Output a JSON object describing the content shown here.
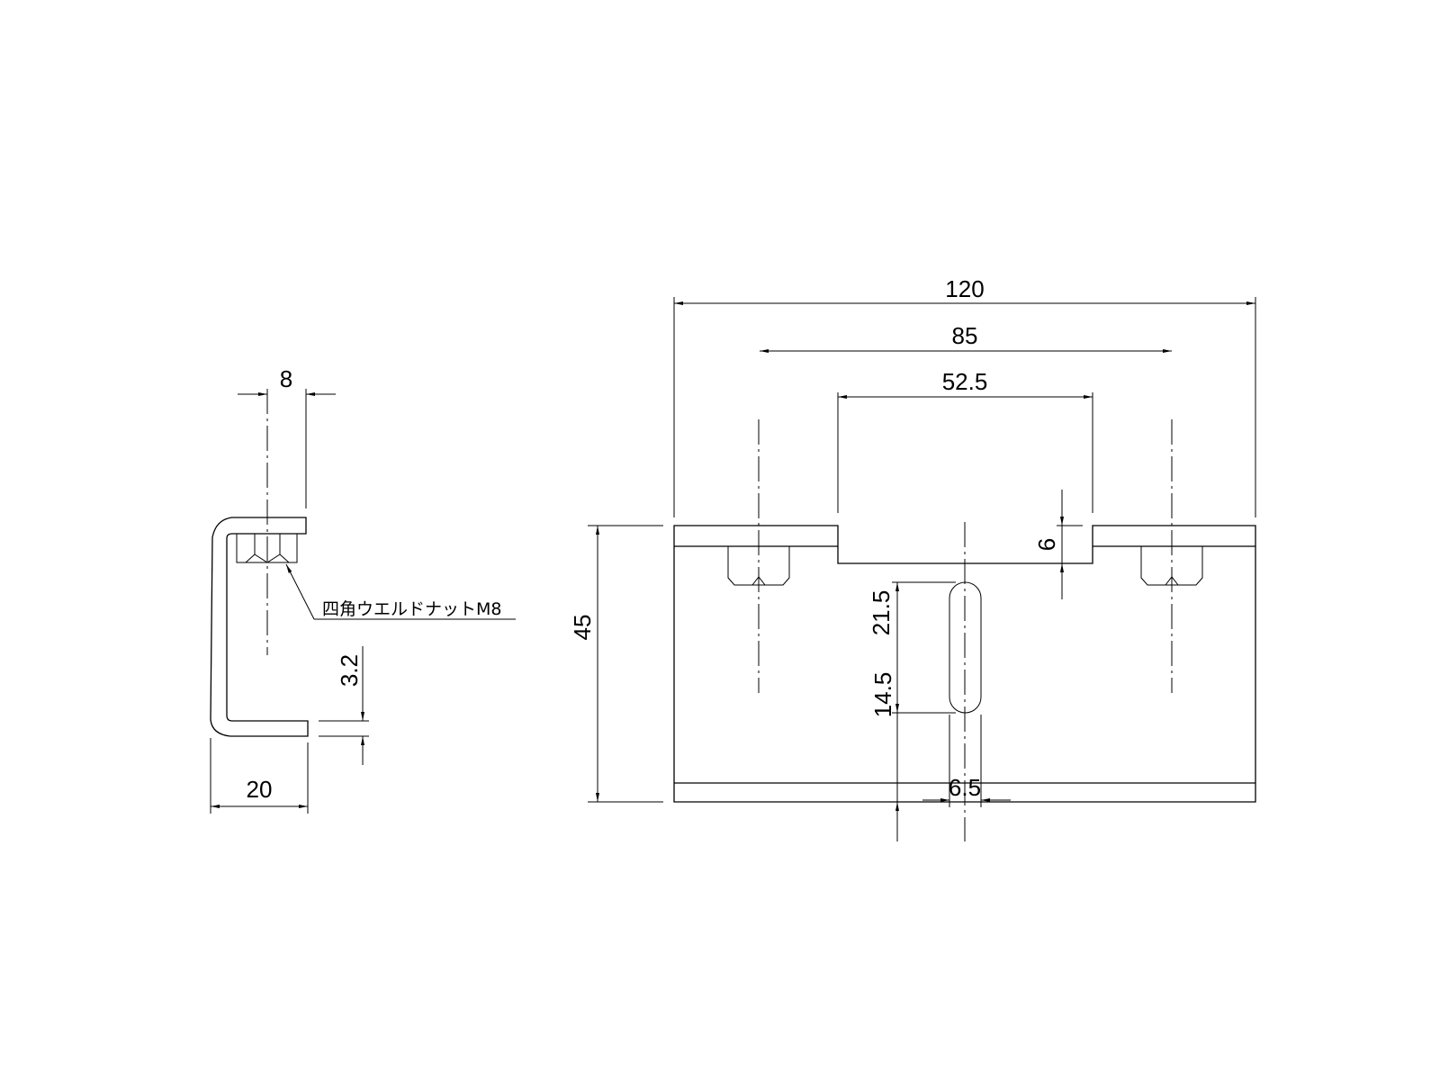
{
  "side_view": {
    "dims": {
      "nut_offset": "8",
      "thickness": "3.2",
      "depth": "20"
    },
    "note": "四角ウエルドナットM8"
  },
  "front_view": {
    "dims": {
      "length": "120",
      "hole_pitch": "85",
      "notch_width": "52.5",
      "notch_depth": "6",
      "height": "45",
      "slot_length": "21.5",
      "slot_bottom": "14.5",
      "slot_width": "6.5"
    }
  },
  "colors": {
    "line": "#000000",
    "background": "#ffffff"
  }
}
